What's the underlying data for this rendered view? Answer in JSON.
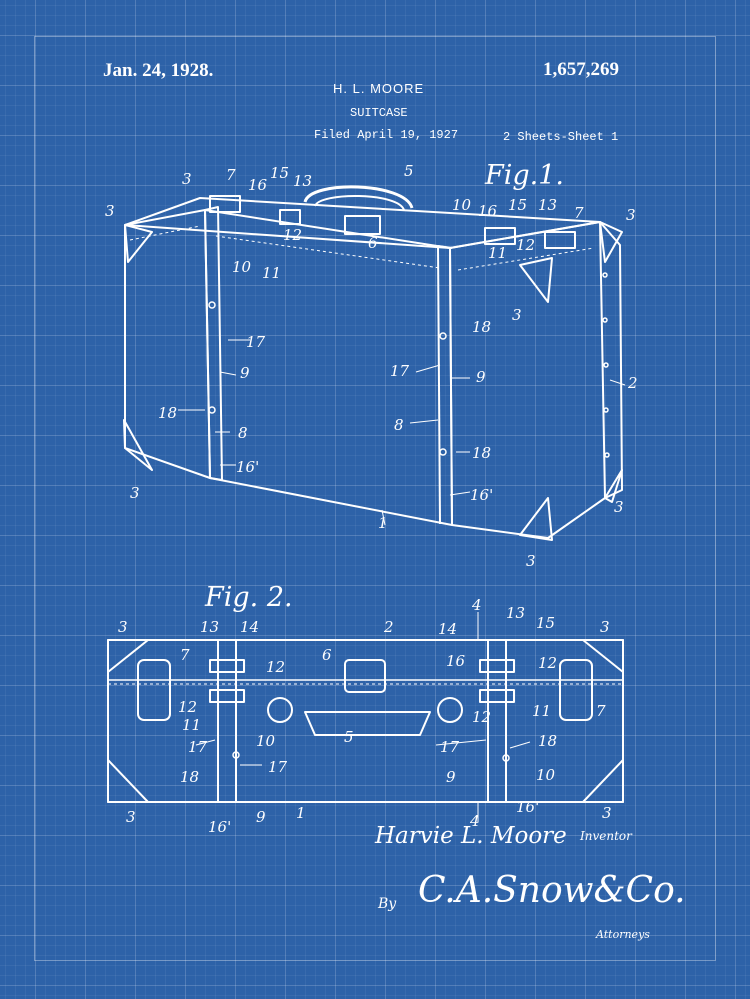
{
  "header": {
    "date": "Jan. 24, 1928.",
    "patent_number": "1,657,269",
    "inventor_name": "H. L. MOORE",
    "title": "SUITCASE",
    "filed": "Filed April 19, 1927",
    "sheets": "2 Sheets-Sheet 1"
  },
  "figures": {
    "fig1_label": "Fig.1.",
    "fig2_label": "Fig. 2.",
    "fig1_refs": [
      "3",
      "7",
      "16",
      "15",
      "13",
      "5",
      "3",
      "10",
      "16",
      "15",
      "13",
      "7",
      "3",
      "12",
      "6",
      "10",
      "11",
      "11",
      "12",
      "3",
      "18",
      "17",
      "17",
      "9",
      "9",
      "18",
      "8",
      "8",
      "18",
      "16'",
      "16'",
      "2",
      "1",
      "3",
      "3",
      "3"
    ],
    "fig2_refs": [
      "3",
      "13",
      "14",
      "2",
      "4",
      "14",
      "13",
      "15",
      "3",
      "7",
      "6",
      "12",
      "16",
      "12",
      "12",
      "11",
      "12",
      "7",
      "11",
      "5",
      "17",
      "10",
      "17",
      "18",
      "18",
      "17",
      "9",
      "10",
      "3",
      "16'",
      "9",
      "1",
      "4",
      "16'",
      "3"
    ]
  },
  "signature": {
    "inventor_sig": "Harvie L. Moore",
    "inventor_role": "Inventor",
    "by": "By",
    "attorney_sig": "C.A.Snow&Co.",
    "attorney_role": "Attorneys"
  },
  "colors": {
    "background": "#2d62a8",
    "ink": "#ffffff"
  }
}
